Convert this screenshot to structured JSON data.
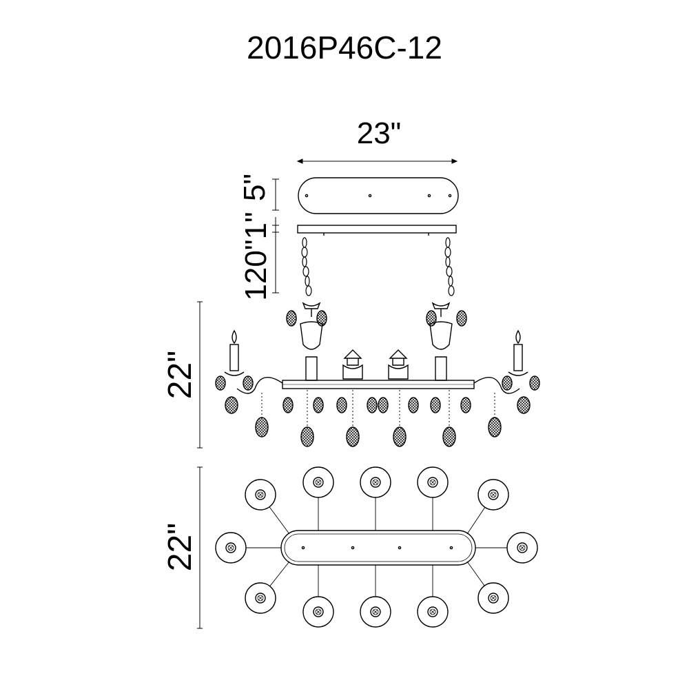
{
  "model_number": "2016P46C-12",
  "dimensions": {
    "canopy_width": "23\"",
    "canopy_height": "5\"",
    "chain_length": "120\"1\"",
    "fixture_height": "22\"",
    "fixture_width": "22\""
  }
}
